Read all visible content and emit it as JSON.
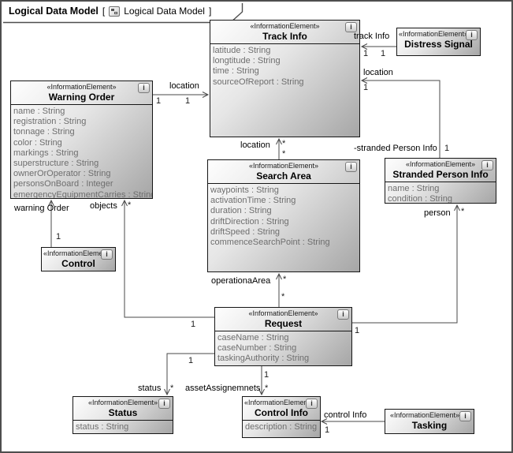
{
  "frame": {
    "title": "Logical Data Model",
    "bracket_open": "[",
    "diagram_ref": "Logical Data Model",
    "bracket_close": "]"
  },
  "stereotype_label": "«InformationElement»",
  "info_icon_label": "i",
  "colors": {
    "frame_border": "#4e4e4e",
    "box_border": "#161616",
    "box_gradient_start": "#fefefe",
    "box_gradient_end": "#a6a6a6",
    "attribute_text": "#6e6e6e",
    "edge_line": "#4a4a4a"
  },
  "classes": {
    "warning_order": {
      "name": "Warning Order",
      "attributes": [
        "name : String",
        "registration : String",
        "tonnage : String",
        "color : String",
        "markings : String",
        "superstructure : String",
        "ownerOrOperator : String",
        "personsOnBoard : Integer",
        "emergencyEquipmentCarries : String"
      ]
    },
    "track_info": {
      "name": "Track Info",
      "attributes": [
        "latitude : String",
        "longtitude : String",
        "time : String",
        "sourceOfReport : String"
      ]
    },
    "distress_signal": {
      "name": "Distress Signal"
    },
    "stranded_person_info": {
      "name": "Stranded Person Info",
      "attributes": [
        "name : String",
        "condition : String"
      ]
    },
    "search_area": {
      "name": "Search Area",
      "attributes": [
        "waypoints : String",
        "activationTime : String",
        "duration : String",
        "driftDirection : String",
        "driftSpeed : String",
        "commenceSearchPoint : String"
      ]
    },
    "control": {
      "name": "Control"
    },
    "request": {
      "name": "Request",
      "attributes": [
        "caseName : String",
        "caseNumber : String",
        "taskingAuthority : String"
      ]
    },
    "status": {
      "name": "Status",
      "attributes": [
        "status : String"
      ]
    },
    "control_info": {
      "name": "Control Info",
      "attributes": [
        "description : String"
      ]
    },
    "tasking": {
      "name": "Tasking"
    }
  },
  "edges": {
    "wo_ti": {
      "role": "location",
      "mult_src": "1",
      "mult_tgt": "1"
    },
    "ds_ti": {
      "role": "track Info",
      "mult_src": "1",
      "mult_tgt": "1"
    },
    "spi_ti": {
      "role_tgt": "location",
      "mult_tgt": "1",
      "role_src": "-stranded Person Info",
      "mult_src": "1"
    },
    "sa_ti": {
      "role": "location",
      "mult_tgt": "*",
      "mult_src": "*"
    },
    "ctrl_wo": {
      "role": "warning Order",
      "mult_src": "1"
    },
    "req_wo": {
      "role": "objects",
      "mult_tgt": "*",
      "mult_src": "1"
    },
    "req_sa": {
      "role": "operationaArea",
      "mult_tgt": "*",
      "mult_src": "*"
    },
    "req_spi": {
      "role": "person",
      "mult_tgt": "*",
      "mult_src": "1"
    },
    "req_status": {
      "role": "status",
      "mult_tgt": "*",
      "mult_src": "1"
    },
    "req_ci": {
      "role": "assetAssignemnets",
      "mult_tgt": "*",
      "mult_src": "1"
    },
    "task_ci": {
      "role": "control Info",
      "mult_tgt": "1"
    }
  }
}
